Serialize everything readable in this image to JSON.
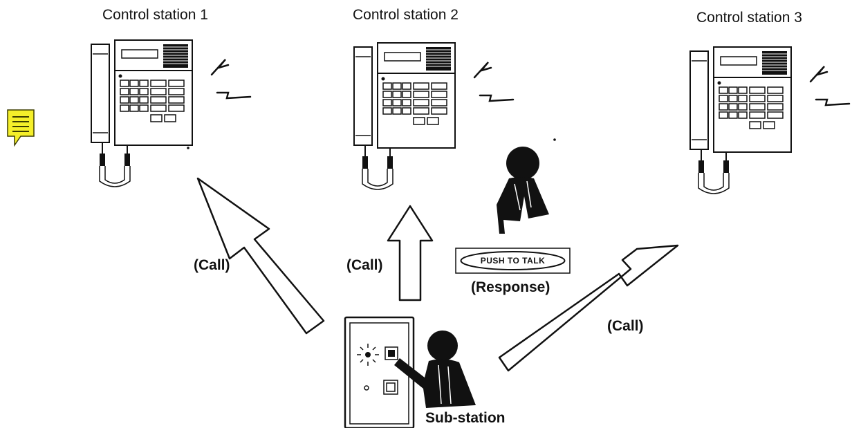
{
  "stations": [
    {
      "label": "Control station 1"
    },
    {
      "label": "Control station 2"
    },
    {
      "label": "Control station 3"
    }
  ],
  "calls": [
    {
      "label": "(Call)"
    },
    {
      "label": "(Call)"
    },
    {
      "label": "(Call)"
    }
  ],
  "response": {
    "button_text": "PUSH TO TALK",
    "label": "(Response)"
  },
  "substation": {
    "label": "Sub-station"
  },
  "annotation": {
    "icon": "sticky-note-icon",
    "color": "#f5ef2a"
  }
}
